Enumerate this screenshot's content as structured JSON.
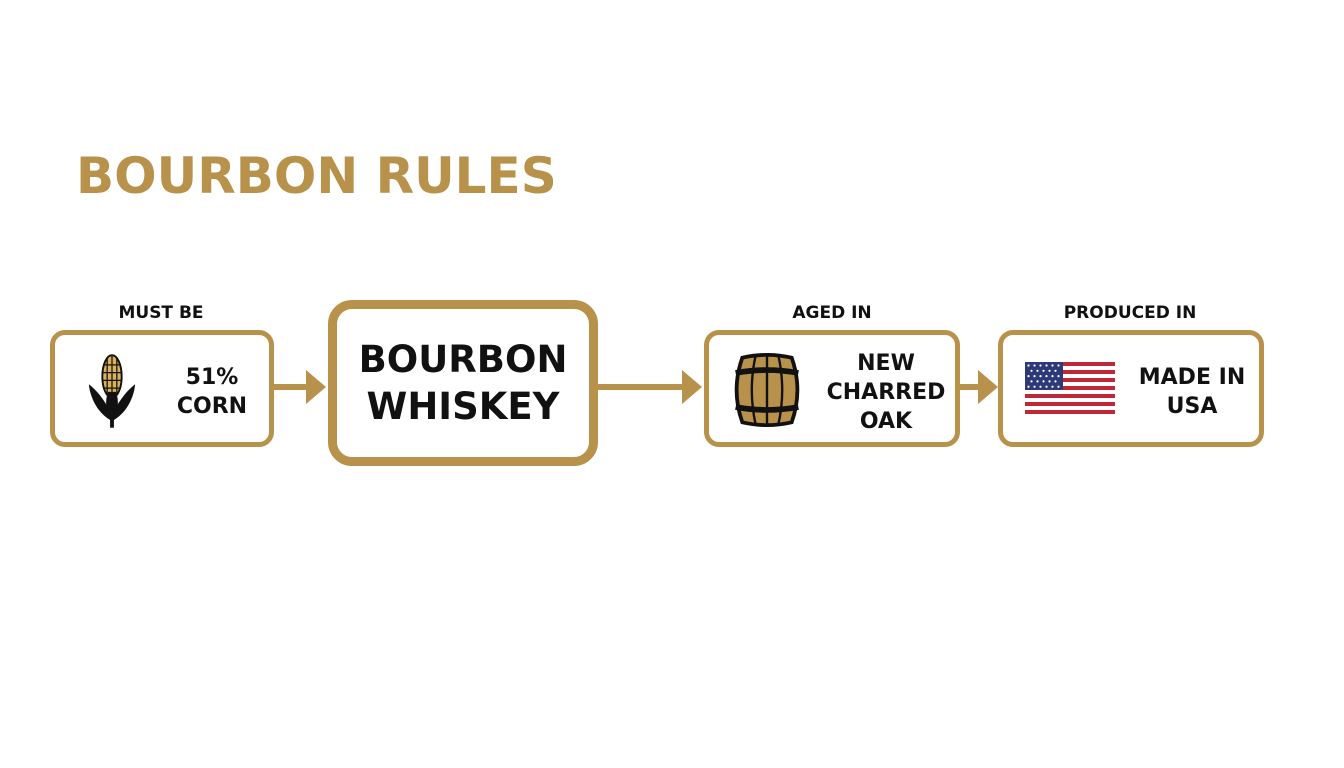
{
  "title": "BOURBON RULES",
  "colors": {
    "accent": "#B8924A",
    "text": "#111111",
    "background": "#FFFFFF",
    "flag_red": "#C0283A",
    "flag_blue": "#2E3A78"
  },
  "nodes": {
    "corn": {
      "caption": "MUST BE",
      "lines": [
        "51%",
        "CORN"
      ],
      "icon": "corn-icon"
    },
    "center": {
      "lines": [
        "BOURBON",
        "WHISKEY"
      ]
    },
    "oak": {
      "caption": "AGED IN",
      "lines": [
        "NEW",
        "CHARRED",
        "OAK"
      ],
      "icon": "barrel-icon"
    },
    "usa": {
      "caption": "PRODUCED IN",
      "lines": [
        "MADE IN",
        "USA"
      ],
      "icon": "us-flag-icon"
    }
  }
}
